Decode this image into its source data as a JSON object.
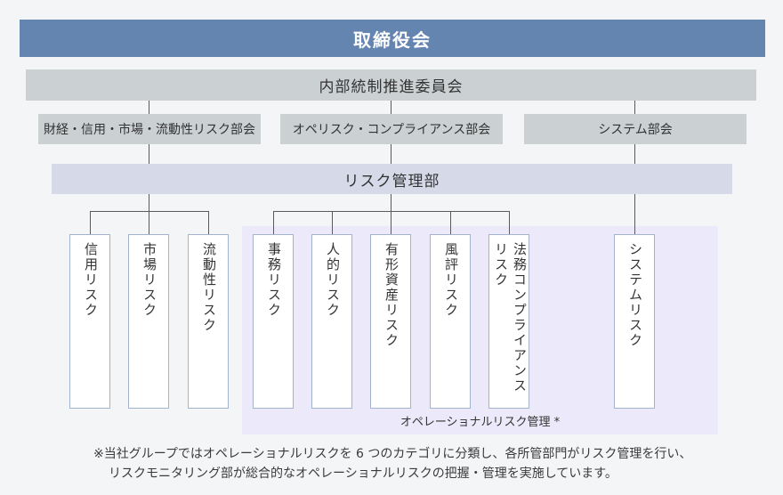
{
  "diagram": {
    "board": "取締役会",
    "committee": "内部統制推進委員会",
    "subcommittees": [
      "財経・信用・市場・流動性リスク部会",
      "オペリスク・コンプライアンス部会",
      "システム部会"
    ],
    "risk_department": "リスク管理部",
    "risk_categories": [
      "信用リスク",
      "市場リスク",
      "流動性リスク",
      "事務リスク",
      "人的リスク",
      "有形資産リスク",
      "風評リスク",
      "法務コンプライアンスリスク",
      "システムリスク"
    ],
    "operational_risk_label": "オペレーショナルリスク管理 *",
    "notes": [
      "※当社グループではオペレーショナルリスクを 6 つのカテゴリに分類し、各所管部門がリスク管理を行い、",
      "リスクモニタリング部が総合的なオペレーショナルリスクの把握・管理を実施しています。"
    ],
    "colors": {
      "background": "#f3f5f7",
      "board_bar": "#6585b1",
      "committee_bar": "#cbd1d3",
      "risk_dept_bar": "#d6d9e8",
      "operational_panel": "#eceafa",
      "box_border": "#a3b2cd",
      "connector": "#5a5a5a"
    }
  }
}
